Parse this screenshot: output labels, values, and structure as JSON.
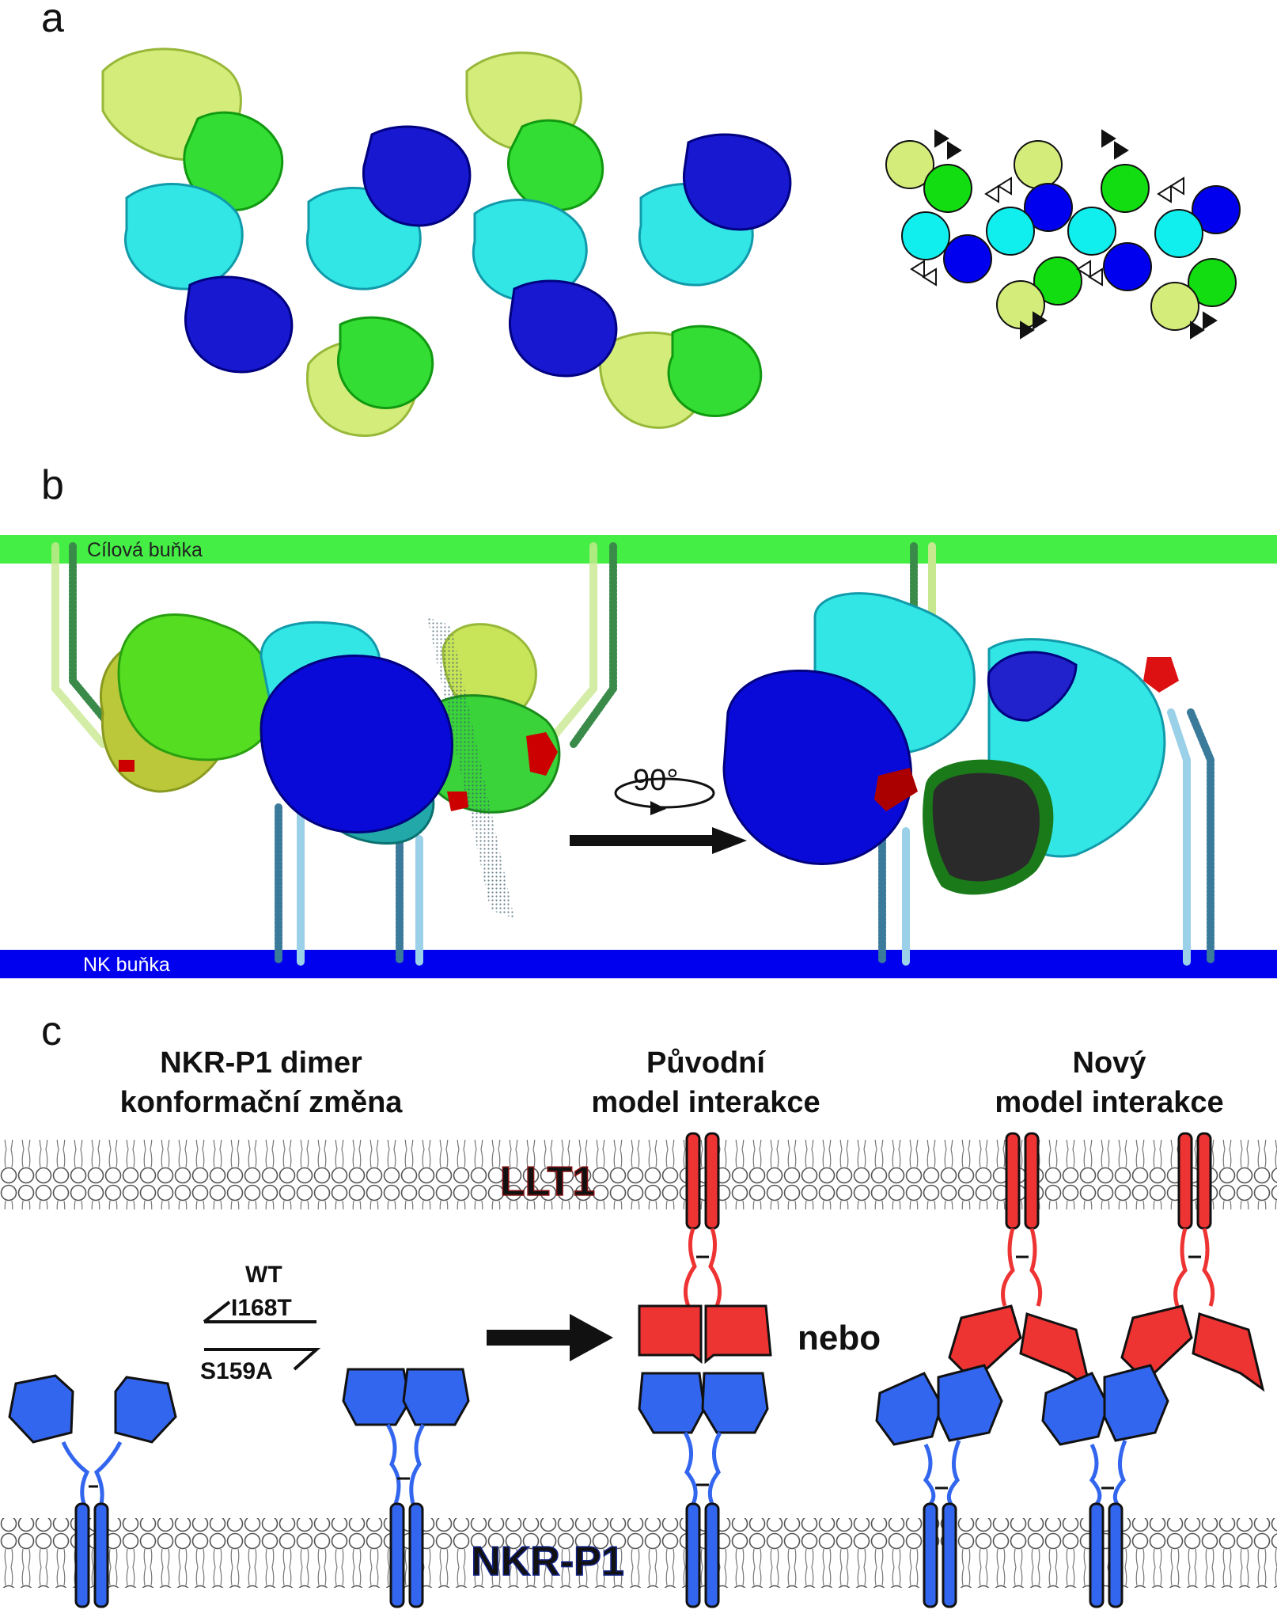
{
  "figure": {
    "panel_a": {
      "letter": "a",
      "colors": {
        "yellow_green": "#d4ec7a",
        "green": "#33dd33",
        "cyan": "#33e6e6",
        "blue": "#0a0ad8"
      }
    },
    "panel_b": {
      "letter": "b",
      "top_membrane_label": "Cílová buňka",
      "bottom_membrane_label": "NK buňka",
      "rotation_label": "90°",
      "colors": {
        "top_membrane": "#44ee44",
        "bottom_membrane": "#0000ee",
        "red": "#cc0000",
        "dark": "#2a2a2a"
      }
    },
    "panel_c": {
      "letter": "c",
      "col1_title_line1": "NKR-P1 dimer",
      "col1_title_line2": "konformační změna",
      "col2_title_line1": "Původní",
      "col2_title_line2": "model interakce",
      "col3_title_line1": "Nový",
      "col3_title_line2": "model interakce",
      "mutant_wt": "WT",
      "mutant_1": "I168T",
      "mutant_2": "S159A",
      "or_label": "nebo",
      "llt1_label": "LLT1",
      "nkrp1_label": "NKR-P1",
      "colors": {
        "llt1": "#ee3333",
        "nkrp1": "#3366ee"
      }
    }
  }
}
